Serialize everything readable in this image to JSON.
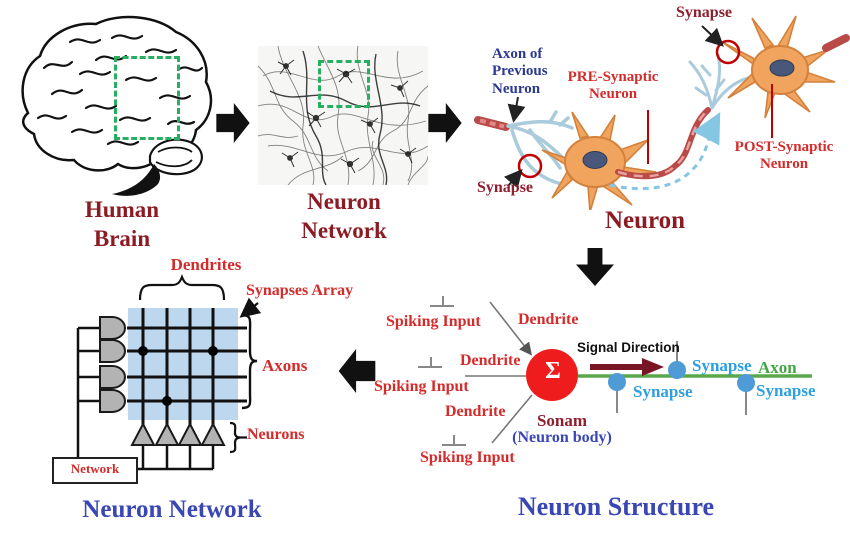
{
  "colors": {
    "title_maroon": "#8b1c24",
    "label_red": "#d42b2b",
    "label_maroon": "#8e1f2f",
    "title_blue": "#3a46b4",
    "label_navy": "#2b3990",
    "synapse_cyan": "#2e9fe0",
    "axon_green": "#45a546",
    "soma_red": "#ee1c1c",
    "signal_arrow_dark_red": "#7a1525",
    "crossbar_blue": "#bdd7ee",
    "highlight_green": "#27ae60",
    "arrow_black": "#111111"
  },
  "sections": {
    "brain": {
      "title": "Human\nBrain"
    },
    "network_photo": {
      "title": "Neuron\nNetwork"
    },
    "neuron": {
      "title": "Neuron",
      "synapse_top": "Synapse",
      "synapse_bottom": "Synapse",
      "axon_of_previous": "Axon of\nPrevious\nNeuron",
      "pre_synaptic": "PRE-Synaptic\nNeuron",
      "post_synaptic": "POST-Synaptic\nNeuron"
    },
    "crossbar": {
      "title": "Neuron Network",
      "dendrites": "Dendrites",
      "synapses_array": "Synapses Array",
      "axons": "Axons",
      "neurons": "Neurons",
      "network_box": "Network"
    },
    "structure": {
      "title": "Neuron Structure",
      "spiking_input_1": "Spiking Input",
      "spiking_input_2": "Spiking Input",
      "spiking_input_3": "Spiking Input",
      "dendrite_1": "Dendrite",
      "dendrite_2": "Dendrite",
      "dendrite_3": "Dendrite",
      "signal_direction": "Signal Direction",
      "sigma": "Σ",
      "soma": "Sonam",
      "soma_sub": "(Neuron body)",
      "synapse_1": "Synapse",
      "synapse_2": "Synapse",
      "synapse_3": "Synapse",
      "axon": "Axon"
    }
  }
}
